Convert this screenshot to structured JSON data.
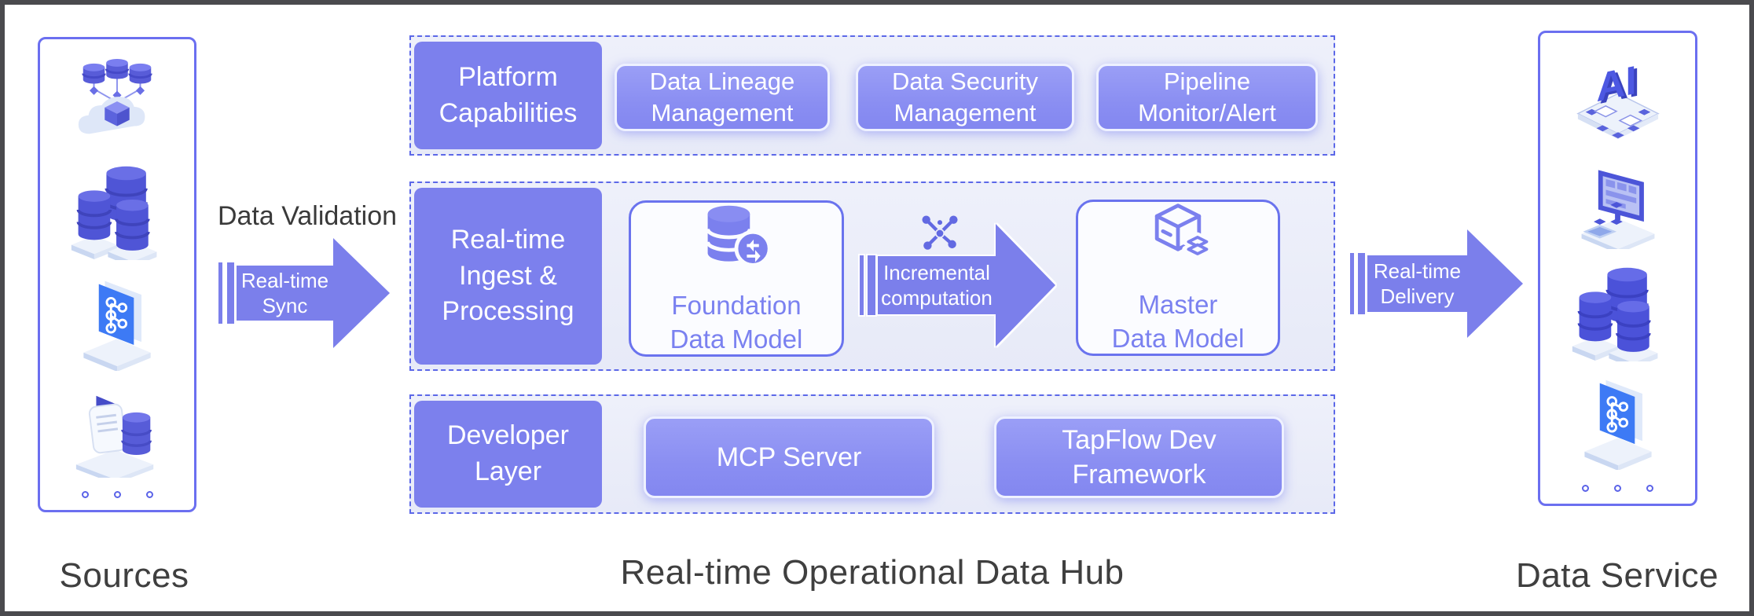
{
  "titles": {
    "sources": "Sources",
    "hub": "Real-time Operational Data Hub",
    "service": "Data Service",
    "validation": "Data Validation"
  },
  "arrows": {
    "sync": {
      "line1": "Real-time",
      "line2": "Sync"
    },
    "incremental": {
      "line1": "Incremental",
      "line2": "computation"
    },
    "delivery": {
      "line1": "Real-time",
      "line2": "Delivery"
    }
  },
  "hub": {
    "platform_row": {
      "header": "Platform Capabilities",
      "boxes": [
        "Data Lineage Management",
        "Data Security Management",
        "Pipeline Monitor/Alert"
      ]
    },
    "ingest_row": {
      "header": "Real-time Ingest & Processing",
      "foundation": {
        "line1": "Foundation",
        "line2": "Data Model"
      },
      "master": {
        "line1": "Master",
        "line2": "Data Model"
      }
    },
    "developer_row": {
      "header": "Developer Layer",
      "boxes": [
        "MCP Server",
        "TapFlow Dev Framework"
      ]
    }
  },
  "icons": {
    "sources_panel": [
      "cloud-databases-icon",
      "database-cluster-icon",
      "kafka-board-icon",
      "document-database-icon"
    ],
    "service_panel": [
      "ai-chip-icon",
      "dashboard-monitor-icon",
      "database-cluster-icon",
      "kafka-board-icon"
    ],
    "foundation_model": "database-sync-icon",
    "master_model": "cube-layers-icon",
    "incremental_arrow": "molecule-network-icon"
  },
  "colors": {
    "solid_box_purple": "#7c80ed",
    "chip_purple": "#8a8ef2",
    "row_background": "#e9ebf9",
    "dashed_border": "#5c68e8",
    "panel_border": "#6b6ff0",
    "arrow_purple": "#7b7feb",
    "kafka_blue": "#3d7af5",
    "model_text_purple": "#7a81f0",
    "dark_text": "#3f3f3f",
    "frame_border": "#4a4a4e"
  }
}
